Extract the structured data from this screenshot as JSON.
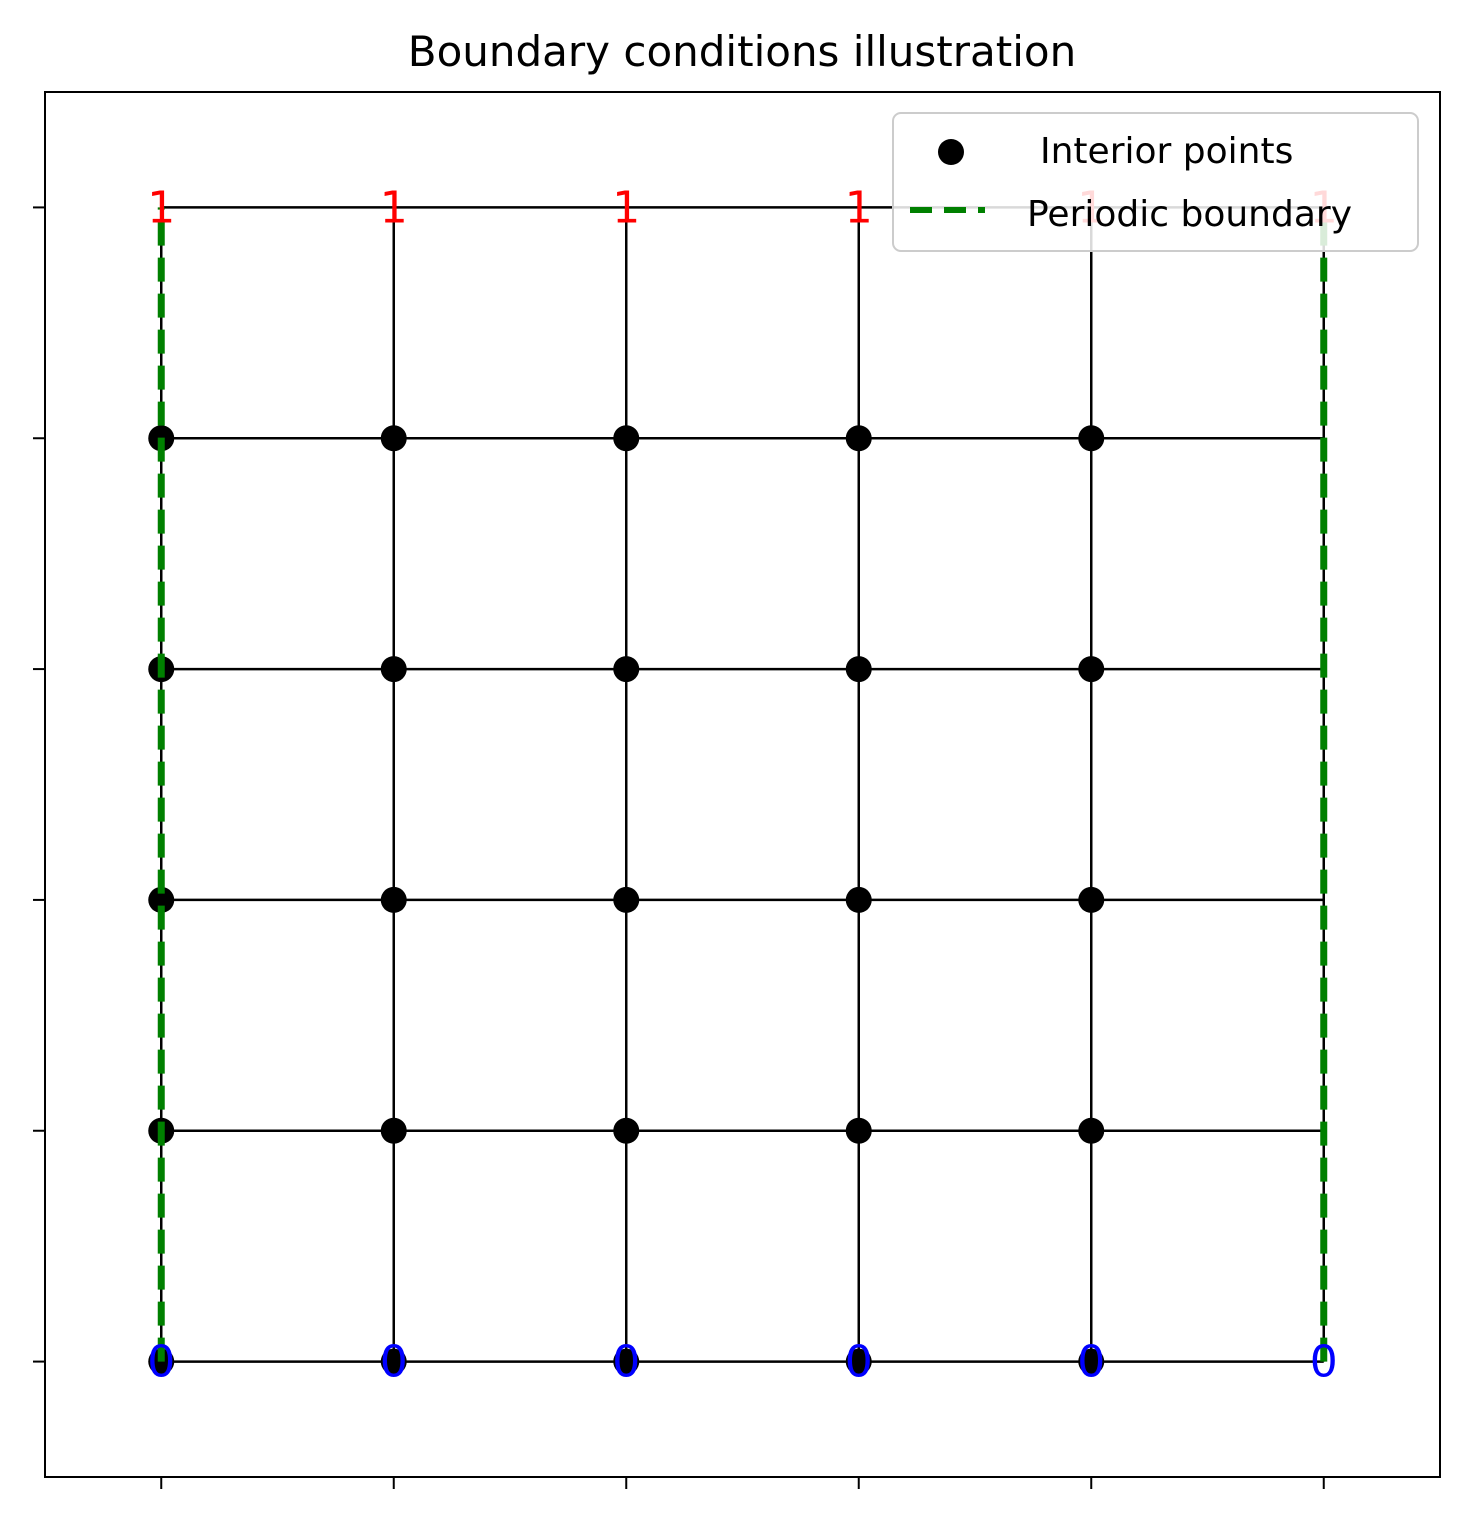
{
  "chart_data": {
    "type": "scatter",
    "title": "Boundary conditions illustration",
    "xlabel": "",
    "ylabel": "",
    "x_ticks": [
      0,
      1,
      2,
      3,
      4,
      5
    ],
    "y_ticks": [
      0,
      1,
      2,
      3,
      4,
      5
    ],
    "xlim": [
      -0.5,
      5.5
    ],
    "ylim": [
      -0.5,
      5.5
    ],
    "tick_labels_visible": false,
    "grid_lines": {
      "x": [
        0,
        1,
        2,
        3,
        4,
        5
      ],
      "y": [
        0,
        1,
        2,
        3,
        4,
        5
      ],
      "color": "#000000"
    },
    "interior_points": {
      "name": "Interior points",
      "color": "#000000",
      "points": [
        [
          0,
          0
        ],
        [
          1,
          0
        ],
        [
          2,
          0
        ],
        [
          3,
          0
        ],
        [
          4,
          0
        ],
        [
          0,
          1
        ],
        [
          1,
          1
        ],
        [
          2,
          1
        ],
        [
          3,
          1
        ],
        [
          4,
          1
        ],
        [
          0,
          2
        ],
        [
          1,
          2
        ],
        [
          2,
          2
        ],
        [
          3,
          2
        ],
        [
          4,
          2
        ],
        [
          0,
          3
        ],
        [
          1,
          3
        ],
        [
          2,
          3
        ],
        [
          3,
          3
        ],
        [
          4,
          3
        ],
        [
          0,
          4
        ],
        [
          1,
          4
        ],
        [
          2,
          4
        ],
        [
          3,
          4
        ],
        [
          4,
          4
        ]
      ]
    },
    "periodic_boundary": {
      "name": "Periodic boundary",
      "color": "#008000",
      "style": "dashed",
      "x": [
        0,
        5
      ],
      "y_range": [
        0,
        5
      ]
    },
    "top_labels": {
      "text": "1",
      "color": "#ff0000",
      "y": 5,
      "x": [
        0,
        1,
        2,
        3,
        4,
        5
      ]
    },
    "bottom_labels": {
      "text": "0",
      "color": "#0000ff",
      "y": 0,
      "x": [
        0,
        1,
        2,
        3,
        4,
        5
      ]
    },
    "legend": {
      "placement": "top-right",
      "entries": [
        "Interior points",
        "Periodic boundary"
      ]
    }
  }
}
